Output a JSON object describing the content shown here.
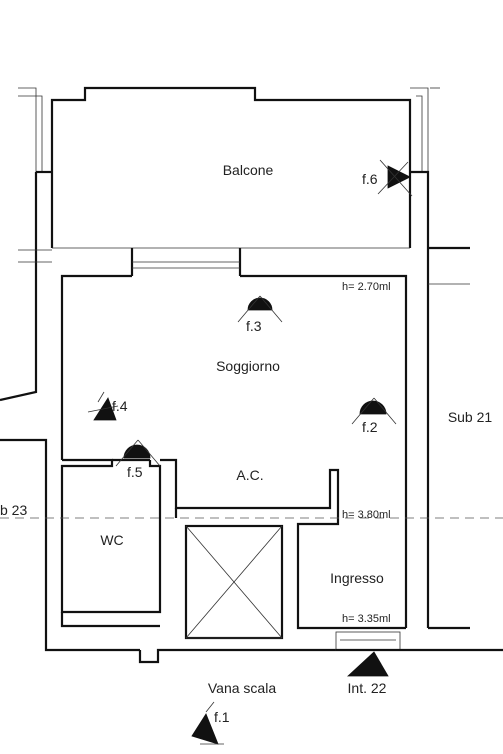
{
  "rooms": {
    "balcone": "Balcone",
    "soggiorno": "Soggiorno",
    "ac": "A.C.",
    "wc": "WC",
    "ingresso": "Ingresso",
    "vana_scala": "Vana scala"
  },
  "neighbors": {
    "sub21": "Sub 21",
    "sub23": "b 23",
    "int22": "Int. 22"
  },
  "heights": {
    "soggiorno": "h= 2.70ml",
    "ac": "h= 3.80ml",
    "ingresso": "h= 3.35ml"
  },
  "photo_points": {
    "f1": "f.1",
    "f2": "f.2",
    "f3": "f.3",
    "f4": "f.4",
    "f5": "f.5",
    "f6": "f.6"
  },
  "colors": {
    "line": "#111111",
    "background": "#ffffff"
  }
}
